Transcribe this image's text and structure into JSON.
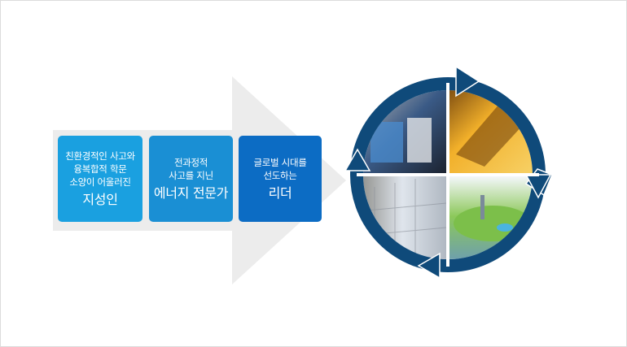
{
  "diagram": {
    "steps": [
      {
        "lines": [
          "친환경적인 사고와",
          "융복합적 학문",
          "소양이 어울러진"
        ],
        "emphasis": "지성인",
        "color": "#1aa0e0"
      },
      {
        "lines": [
          "전과정적",
          "사고를 지닌"
        ],
        "emphasis": "에너지 전문가",
        "color": "#1a8fd4"
      },
      {
        "lines": [
          "글로벌 시대를",
          "선도하는"
        ],
        "emphasis": "리더",
        "color": "#0c6cc4"
      }
    ],
    "arrow_color": "#ececec",
    "cycle": {
      "ring_color": "#0f4a7a",
      "quadrants": [
        {
          "name": "flexible-display-photo",
          "color": "#5a6f8a"
        },
        {
          "name": "solar-cell-photo",
          "color": "#e7a424"
        },
        {
          "name": "battery-storage-photo",
          "color": "#c9d3dc"
        },
        {
          "name": "smart-grid-city-illustration",
          "color": "#8dc45a"
        }
      ]
    }
  }
}
